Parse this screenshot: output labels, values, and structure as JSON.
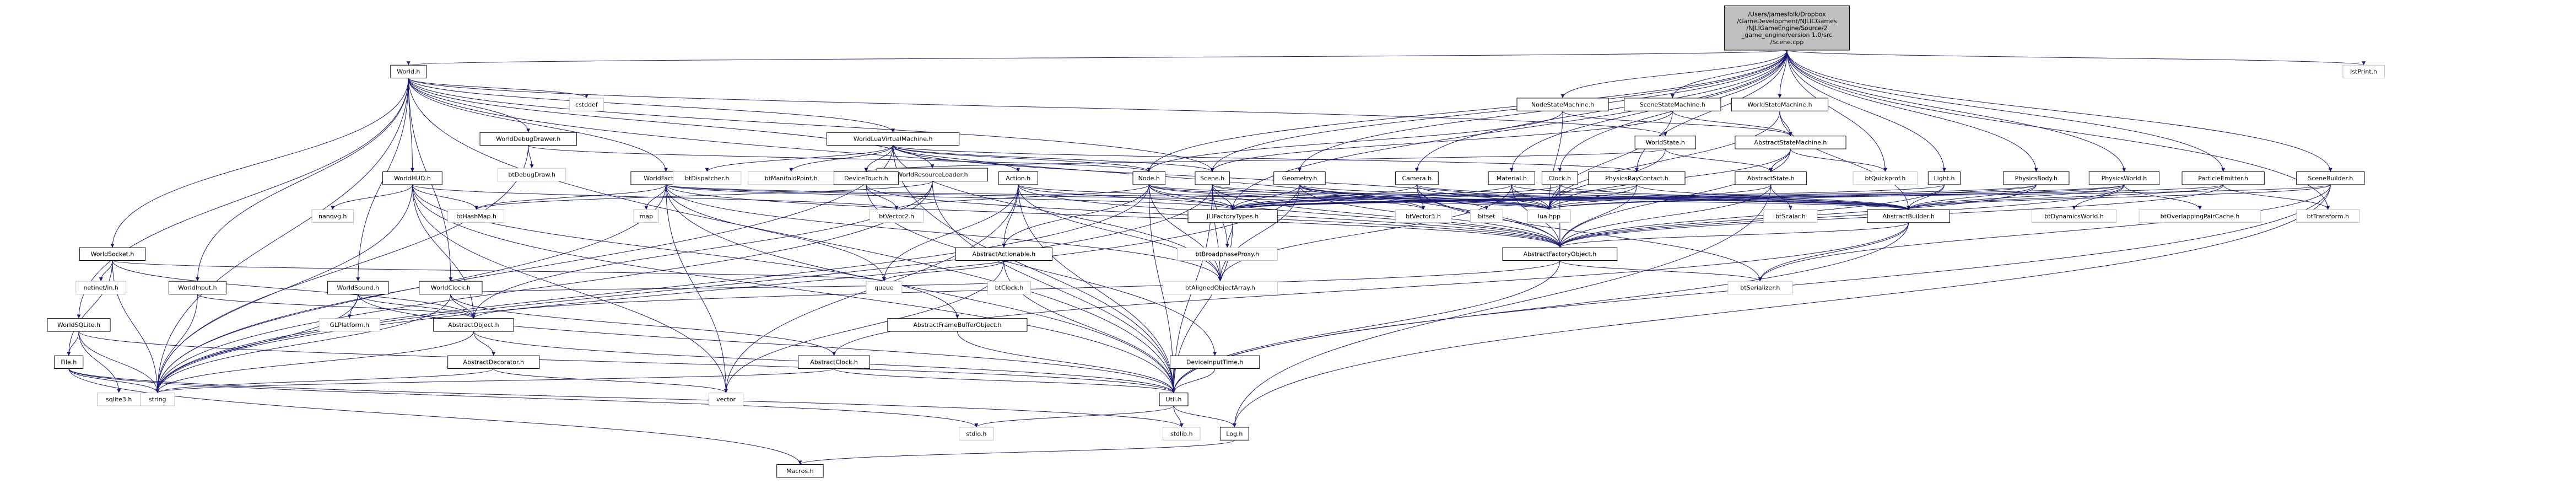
{
  "nodes": [
    {
      "id": "root",
      "lines": [
        "/Users/jamesfolk/Dropbox",
        "/GameDevelopment/NJLICGames",
        "/NJLIGameEngine/Source/2",
        "_game_engine/version 1.0/src",
        "/Scene.cpp"
      ]
    },
    {
      "id": "World",
      "lines": [
        "World.h"
      ]
    },
    {
      "id": "cstddef",
      "lines": [
        "cstddef"
      ]
    },
    {
      "id": "WorldDebugDrawer",
      "lines": [
        "WorldDebugDrawer.h"
      ]
    },
    {
      "id": "btDebugDraw",
      "lines": [
        "btDebugDraw.h"
      ]
    },
    {
      "id": "WorldLuaVirtualMachine",
      "lines": [
        "WorldLuaVirtualMachine.h"
      ]
    },
    {
      "id": "WorldResourceLoader",
      "lines": [
        "WorldResourceLoader.h"
      ]
    },
    {
      "id": "WorldHUD",
      "lines": [
        "WorldHUD.h"
      ]
    },
    {
      "id": "WorldFactory",
      "lines": [
        "WorldFactory.h"
      ]
    },
    {
      "id": "WorldSocket",
      "lines": [
        "WorldSocket.h"
      ]
    },
    {
      "id": "WorldInput",
      "lines": [
        "WorldInput.h"
      ]
    },
    {
      "id": "WorldSound",
      "lines": [
        "WorldSound.h"
      ]
    },
    {
      "id": "WorldClock",
      "lines": [
        "WorldClock.h"
      ]
    },
    {
      "id": "WorldSQLite",
      "lines": [
        "WorldSQLite.h"
      ]
    },
    {
      "id": "btDispatcher",
      "lines": [
        "btDispatcher.h"
      ]
    },
    {
      "id": "btManifoldPoint",
      "lines": [
        "btManifoldPoint.h"
      ]
    },
    {
      "id": "DeviceTouch",
      "lines": [
        "DeviceTouch.h"
      ]
    },
    {
      "id": "Action",
      "lines": [
        "Action.h"
      ]
    },
    {
      "id": "Node",
      "lines": [
        "Node.h"
      ]
    },
    {
      "id": "Scene",
      "lines": [
        "Scene.h"
      ]
    },
    {
      "id": "Geometry",
      "lines": [
        "Geometry.h"
      ]
    },
    {
      "id": "Camera",
      "lines": [
        "Camera.h"
      ]
    },
    {
      "id": "Material",
      "lines": [
        "Material.h"
      ]
    },
    {
      "id": "Clock",
      "lines": [
        "Clock.h"
      ]
    },
    {
      "id": "PhysicsRayContact",
      "lines": [
        "PhysicsRayContact.h"
      ]
    },
    {
      "id": "NodeStateMachine",
      "lines": [
        "NodeStateMachine.h"
      ]
    },
    {
      "id": "SceneStateMachine",
      "lines": [
        "SceneStateMachine.h"
      ]
    },
    {
      "id": "WorldStateMachine",
      "lines": [
        "WorldStateMachine.h"
      ]
    },
    {
      "id": "WorldState",
      "lines": [
        "WorldState.h"
      ]
    },
    {
      "id": "AbstractStateMachine",
      "lines": [
        "AbstractStateMachine.h"
      ]
    },
    {
      "id": "AbstractState",
      "lines": [
        "AbstractState.h"
      ]
    },
    {
      "id": "btQuickprof",
      "lines": [
        "btQuickprof.h"
      ]
    },
    {
      "id": "Light",
      "lines": [
        "Light.h"
      ]
    },
    {
      "id": "PhysicsBody",
      "lines": [
        "PhysicsBody.h"
      ]
    },
    {
      "id": "PhysicsWorld",
      "lines": [
        "PhysicsWorld.h"
      ]
    },
    {
      "id": "ParticleEmitter",
      "lines": [
        "ParticleEmitter.h"
      ]
    },
    {
      "id": "SceneBuilder",
      "lines": [
        "SceneBuilder.h"
      ]
    },
    {
      "id": "lstPrint",
      "lines": [
        "lstPrint.h"
      ]
    },
    {
      "id": "nanovg",
      "lines": [
        "nanovg.h"
      ]
    },
    {
      "id": "btHashMap",
      "lines": [
        "btHashMap.h"
      ]
    },
    {
      "id": "map",
      "lines": [
        "map"
      ]
    },
    {
      "id": "btVector2",
      "lines": [
        "btVector2.h"
      ]
    },
    {
      "id": "JLIFactoryTypes",
      "lines": [
        "JLIFactoryTypes.h"
      ]
    },
    {
      "id": "btVector3",
      "lines": [
        "btVector3.h"
      ]
    },
    {
      "id": "bitset",
      "lines": [
        "bitset"
      ]
    },
    {
      "id": "luahpp",
      "lines": [
        "lua.hpp"
      ]
    },
    {
      "id": "btScalar",
      "lines": [
        "btScalar.h"
      ]
    },
    {
      "id": "AbstractBuilder",
      "lines": [
        "AbstractBuilder.h"
      ]
    },
    {
      "id": "btDynamicsWorld",
      "lines": [
        "btDynamicsWorld.h"
      ]
    },
    {
      "id": "btOverlappingPairCache",
      "lines": [
        "btOverlappingPairCache.h"
      ]
    },
    {
      "id": "btTransform",
      "lines": [
        "btTransform.h"
      ]
    },
    {
      "id": "netinet",
      "lines": [
        "netinet/in.h"
      ]
    },
    {
      "id": "AbstractActionable",
      "lines": [
        "AbstractActionable.h"
      ]
    },
    {
      "id": "btBroadphaseProxy",
      "lines": [
        "btBroadphaseProxy.h"
      ]
    },
    {
      "id": "AbstractFactoryObject",
      "lines": [
        "AbstractFactoryObject.h"
      ]
    },
    {
      "id": "queue",
      "lines": [
        "queue"
      ]
    },
    {
      "id": "btClock",
      "lines": [
        "btClock.h"
      ]
    },
    {
      "id": "btAlignedObjectArray",
      "lines": [
        "btAlignedObjectArray.h"
      ]
    },
    {
      "id": "btSerializer",
      "lines": [
        "btSerializer.h"
      ]
    },
    {
      "id": "GLPlatform",
      "lines": [
        "GLPlatform.h"
      ]
    },
    {
      "id": "AbstractObject",
      "lines": [
        "AbstractObject.h"
      ]
    },
    {
      "id": "AbstractFrameBufferObject",
      "lines": [
        "AbstractFrameBufferObject.h"
      ]
    },
    {
      "id": "AbstractClock",
      "lines": [
        "AbstractClock.h"
      ]
    },
    {
      "id": "DeviceInputTime",
      "lines": [
        "DeviceInputTime.h"
      ]
    },
    {
      "id": "AbstractDecorator",
      "lines": [
        "AbstractDecorator.h"
      ]
    },
    {
      "id": "File",
      "lines": [
        "File.h"
      ]
    },
    {
      "id": "sqlite3",
      "lines": [
        "sqlite3.h"
      ]
    },
    {
      "id": "string",
      "lines": [
        "string"
      ]
    },
    {
      "id": "vector",
      "lines": [
        "vector"
      ]
    },
    {
      "id": "Util",
      "lines": [
        "Util.h"
      ]
    },
    {
      "id": "stdio",
      "lines": [
        "stdio.h"
      ]
    },
    {
      "id": "stdlib",
      "lines": [
        "stdlib.h"
      ]
    },
    {
      "id": "Log",
      "lines": [
        "Log.h"
      ]
    },
    {
      "id": "Macros",
      "lines": [
        "Macros.h"
      ]
    }
  ],
  "edges": [
    [
      "root",
      "World"
    ],
    [
      "root",
      "Node"
    ],
    [
      "root",
      "Scene"
    ],
    [
      "root",
      "Geometry"
    ],
    [
      "root",
      "Camera"
    ],
    [
      "root",
      "Clock"
    ],
    [
      "root",
      "PhysicsRayContact"
    ],
    [
      "root",
      "NodeStateMachine"
    ],
    [
      "root",
      "SceneStateMachine"
    ],
    [
      "root",
      "WorldStateMachine"
    ],
    [
      "root",
      "btQuickprof"
    ],
    [
      "root",
      "Light"
    ],
    [
      "root",
      "PhysicsBody"
    ],
    [
      "root",
      "PhysicsWorld"
    ],
    [
      "root",
      "ParticleEmitter"
    ],
    [
      "root",
      "SceneBuilder"
    ],
    [
      "root",
      "lstPrint"
    ],
    [
      "root",
      "JLIFactoryTypes"
    ],
    [
      "root",
      "btTransform"
    ],
    [
      "root",
      "Material"
    ],
    [
      "World",
      "cstddef"
    ],
    [
      "World",
      "WorldDebugDrawer"
    ],
    [
      "World",
      "WorldLuaVirtualMachine"
    ],
    [
      "World",
      "WorldResourceLoader"
    ],
    [
      "World",
      "WorldHUD"
    ],
    [
      "World",
      "WorldFactory"
    ],
    [
      "World",
      "WorldSocket"
    ],
    [
      "World",
      "WorldInput"
    ],
    [
      "World",
      "WorldSound"
    ],
    [
      "World",
      "WorldClock"
    ],
    [
      "World",
      "WorldSQLite"
    ],
    [
      "World",
      "string"
    ],
    [
      "World",
      "Util"
    ],
    [
      "World",
      "WorldState"
    ],
    [
      "World",
      "Scene"
    ],
    [
      "World",
      "AbstractFactoryObject"
    ],
    [
      "WorldDebugDrawer",
      "btDebugDraw"
    ],
    [
      "WorldDebugDrawer",
      "string"
    ],
    [
      "WorldDebugDrawer",
      "Node"
    ],
    [
      "WorldLuaVirtualMachine",
      "btDispatcher"
    ],
    [
      "WorldLuaVirtualMachine",
      "btManifoldPoint"
    ],
    [
      "WorldLuaVirtualMachine",
      "DeviceTouch"
    ],
    [
      "WorldLuaVirtualMachine",
      "Action"
    ],
    [
      "WorldLuaVirtualMachine",
      "Node"
    ],
    [
      "WorldLuaVirtualMachine",
      "Scene"
    ],
    [
      "WorldLuaVirtualMachine",
      "luahpp"
    ],
    [
      "WorldLuaVirtualMachine",
      "string"
    ],
    [
      "WorldLuaVirtualMachine",
      "Util"
    ],
    [
      "WorldLuaVirtualMachine",
      "btAlignedObjectArray"
    ],
    [
      "WorldLuaVirtualMachine",
      "PhysicsRayContact"
    ],
    [
      "WorldResourceLoader",
      "string"
    ],
    [
      "WorldResourceLoader",
      "Util"
    ],
    [
      "WorldResourceLoader",
      "AbstractObject"
    ],
    [
      "WorldResourceLoader",
      "btHashMap"
    ],
    [
      "WorldHUD",
      "nanovg"
    ],
    [
      "WorldHUD",
      "btHashMap"
    ],
    [
      "WorldHUD",
      "string"
    ],
    [
      "WorldHUD",
      "Util"
    ],
    [
      "WorldHUD",
      "vector"
    ],
    [
      "WorldHUD",
      "btVector2"
    ],
    [
      "WorldHUD",
      "AbstractObject"
    ],
    [
      "WorldHUD",
      "AbstractFrameBufferObject"
    ],
    [
      "WorldFactory",
      "map"
    ],
    [
      "WorldFactory",
      "btHashMap"
    ],
    [
      "WorldFactory",
      "JLIFactoryTypes"
    ],
    [
      "WorldFactory",
      "AbstractFactoryObject"
    ],
    [
      "WorldFactory",
      "AbstractBuilder"
    ],
    [
      "WorldFactory",
      "luahpp"
    ],
    [
      "WorldFactory",
      "Util"
    ],
    [
      "WorldFactory",
      "queue"
    ],
    [
      "WorldFactory",
      "vector"
    ],
    [
      "WorldFactory",
      "string"
    ],
    [
      "WorldFactory",
      "btAlignedObjectArray"
    ],
    [
      "WorldSocket",
      "netinet"
    ],
    [
      "WorldSocket",
      "string"
    ],
    [
      "WorldSocket",
      "File"
    ],
    [
      "WorldSocket",
      "AbstractObject"
    ],
    [
      "WorldSocket",
      "queue"
    ],
    [
      "WorldInput",
      "string"
    ],
    [
      "WorldInput",
      "AbstractObject"
    ],
    [
      "WorldSound",
      "GLPlatform"
    ],
    [
      "WorldSound",
      "string"
    ],
    [
      "WorldSound",
      "AbstractObject"
    ],
    [
      "WorldSound",
      "Util"
    ],
    [
      "WorldClock",
      "AbstractObject"
    ],
    [
      "WorldClock",
      "btClock"
    ],
    [
      "WorldClock",
      "AbstractClock"
    ],
    [
      "WorldClock",
      "string"
    ],
    [
      "WorldSQLite",
      "File"
    ],
    [
      "WorldSQLite",
      "sqlite3"
    ],
    [
      "WorldSQLite",
      "string"
    ],
    [
      "WorldSQLite",
      "Util"
    ],
    [
      "DeviceTouch",
      "btVector2"
    ],
    [
      "DeviceTouch",
      "DeviceInputTime"
    ],
    [
      "DeviceTouch",
      "AbstractFactoryObject"
    ],
    [
      "Action",
      "AbstractActionable"
    ],
    [
      "Action",
      "JLIFactoryTypes"
    ],
    [
      "Action",
      "AbstractFactoryObject"
    ],
    [
      "Action",
      "btAlignedObjectArray"
    ],
    [
      "Action",
      "luahpp"
    ],
    [
      "Action",
      "queue"
    ],
    [
      "Action",
      "vector"
    ],
    [
      "Action",
      "Util"
    ],
    [
      "Node",
      "btVector2"
    ],
    [
      "Node",
      "JLIFactoryTypes"
    ],
    [
      "Node",
      "btVector3"
    ],
    [
      "Node",
      "AbstractFactoryObject"
    ],
    [
      "Node",
      "luahpp"
    ],
    [
      "Node",
      "AbstractActionable"
    ],
    [
      "Node",
      "btAlignedObjectArray"
    ],
    [
      "Node",
      "Util"
    ],
    [
      "Node",
      "string"
    ],
    [
      "Node",
      "AbstractBuilder"
    ],
    [
      "Scene",
      "JLIFactoryTypes"
    ],
    [
      "Scene",
      "btBroadphaseProxy"
    ],
    [
      "Scene",
      "AbstractFactoryObject"
    ],
    [
      "Scene",
      "luahpp"
    ],
    [
      "Scene",
      "btAlignedObjectArray"
    ],
    [
      "Scene",
      "Util"
    ],
    [
      "Scene",
      "AbstractBuilder"
    ],
    [
      "Scene",
      "string"
    ],
    [
      "Geometry",
      "JLIFactoryTypes"
    ],
    [
      "Geometry",
      "btVector3"
    ],
    [
      "Geometry",
      "bitset"
    ],
    [
      "Geometry",
      "luahpp"
    ],
    [
      "Geometry",
      "AbstractFactoryObject"
    ],
    [
      "Geometry",
      "btAlignedObjectArray"
    ],
    [
      "Geometry",
      "string"
    ],
    [
      "Geometry",
      "AbstractBuilder"
    ],
    [
      "Camera",
      "JLIFactoryTypes"
    ],
    [
      "Camera",
      "btVector3"
    ],
    [
      "Camera",
      "AbstractFactoryObject"
    ],
    [
      "Camera",
      "luahpp"
    ],
    [
      "Camera",
      "AbstractBuilder"
    ],
    [
      "Camera",
      "btSerializer"
    ],
    [
      "Material",
      "JLIFactoryTypes"
    ],
    [
      "Material",
      "luahpp"
    ],
    [
      "Material",
      "AbstractFactoryObject"
    ],
    [
      "Material",
      "AbstractBuilder"
    ],
    [
      "Material",
      "btAlignedObjectArray"
    ],
    [
      "Clock",
      "JLIFactoryTypes"
    ],
    [
      "Clock",
      "luahpp"
    ],
    [
      "Clock",
      "AbstractFactoryObject"
    ],
    [
      "Clock",
      "AbstractBuilder"
    ],
    [
      "PhysicsRayContact",
      "JLIFactoryTypes"
    ],
    [
      "PhysicsRayContact",
      "luahpp"
    ],
    [
      "PhysicsRayContact",
      "AbstractFactoryObject"
    ],
    [
      "PhysicsRayContact",
      "AbstractBuilder"
    ],
    [
      "NodeStateMachine",
      "AbstractStateMachine"
    ],
    [
      "NodeStateMachine",
      "luahpp"
    ],
    [
      "NodeStateMachine",
      "Node"
    ],
    [
      "SceneStateMachine",
      "AbstractStateMachine"
    ],
    [
      "SceneStateMachine",
      "luahpp"
    ],
    [
      "SceneStateMachine",
      "Scene"
    ],
    [
      "WorldStateMachine",
      "AbstractStateMachine"
    ],
    [
      "WorldStateMachine",
      "luahpp"
    ],
    [
      "WorldStateMachine",
      "AbstractBuilder"
    ],
    [
      "WorldState",
      "AbstractState"
    ],
    [
      "WorldState",
      "luahpp"
    ],
    [
      "WorldState",
      "DeviceTouch"
    ],
    [
      "AbstractStateMachine",
      "AbstractState"
    ],
    [
      "AbstractStateMachine",
      "luahpp"
    ],
    [
      "AbstractStateMachine",
      "btQuickprof"
    ],
    [
      "AbstractStateMachine",
      "AbstractFactoryObject"
    ],
    [
      "AbstractState",
      "btScalar"
    ],
    [
      "AbstractState",
      "luahpp"
    ],
    [
      "AbstractState",
      "AbstractFactoryObject"
    ],
    [
      "AbstractState",
      "Log"
    ],
    [
      "Light",
      "JLIFactoryTypes"
    ],
    [
      "Light",
      "AbstractBuilder"
    ],
    [
      "Light",
      "AbstractFactoryObject"
    ],
    [
      "PhysicsBody",
      "JLIFactoryTypes"
    ],
    [
      "PhysicsBody",
      "AbstractBuilder"
    ],
    [
      "PhysicsBody",
      "AbstractFactoryObject"
    ],
    [
      "PhysicsBody",
      "luahpp"
    ],
    [
      "PhysicsWorld",
      "btDynamicsWorld"
    ],
    [
      "PhysicsWorld",
      "btOverlappingPairCache"
    ],
    [
      "PhysicsWorld",
      "JLIFactoryTypes"
    ],
    [
      "PhysicsWorld",
      "AbstractBuilder"
    ],
    [
      "PhysicsWorld",
      "AbstractFactoryObject"
    ],
    [
      "PhysicsWorld",
      "luahpp"
    ],
    [
      "ParticleEmitter",
      "JLIFactoryTypes"
    ],
    [
      "ParticleEmitter",
      "AbstractBuilder"
    ],
    [
      "ParticleEmitter",
      "AbstractFactoryObject"
    ],
    [
      "ParticleEmitter",
      "btTransform"
    ],
    [
      "SceneBuilder",
      "AbstractBuilder"
    ],
    [
      "SceneBuilder",
      "JLIFactoryTypes"
    ],
    [
      "SceneBuilder",
      "btSerializer"
    ],
    [
      "SceneBuilder",
      "Util"
    ],
    [
      "SceneBuilder",
      "Log"
    ],
    [
      "JLIFactoryTypes",
      "btBroadphaseProxy"
    ],
    [
      "JLIFactoryTypes",
      "Util"
    ],
    [
      "AbstractBuilder",
      "AbstractFactoryObject"
    ],
    [
      "AbstractBuilder",
      "btSerializer"
    ],
    [
      "AbstractBuilder",
      "Util"
    ],
    [
      "AbstractBuilder",
      "AbstractClock"
    ],
    [
      "AbstractActionable",
      "queue"
    ],
    [
      "AbstractActionable",
      "vector"
    ],
    [
      "AbstractActionable",
      "Util"
    ],
    [
      "AbstractFactoryObject",
      "btSerializer"
    ],
    [
      "AbstractFactoryObject",
      "AbstractObject"
    ],
    [
      "AbstractFactoryObject",
      "Util"
    ],
    [
      "AbstractObject",
      "AbstractDecorator"
    ],
    [
      "AbstractObject",
      "string"
    ],
    [
      "AbstractObject",
      "Util"
    ],
    [
      "AbstractDecorator",
      "string"
    ],
    [
      "AbstractDecorator",
      "vector"
    ],
    [
      "AbstractFrameBufferObject",
      "Util"
    ],
    [
      "AbstractClock",
      "Util"
    ],
    [
      "AbstractClock",
      "string"
    ],
    [
      "DeviceInputTime",
      "Util"
    ],
    [
      "File",
      "string"
    ],
    [
      "File",
      "stdio"
    ],
    [
      "File",
      "stdlib"
    ],
    [
      "File",
      "Macros"
    ],
    [
      "Util",
      "stdio"
    ],
    [
      "Util",
      "stdlib"
    ],
    [
      "Util",
      "Log"
    ],
    [
      "Log",
      "Macros"
    ]
  ]
}
